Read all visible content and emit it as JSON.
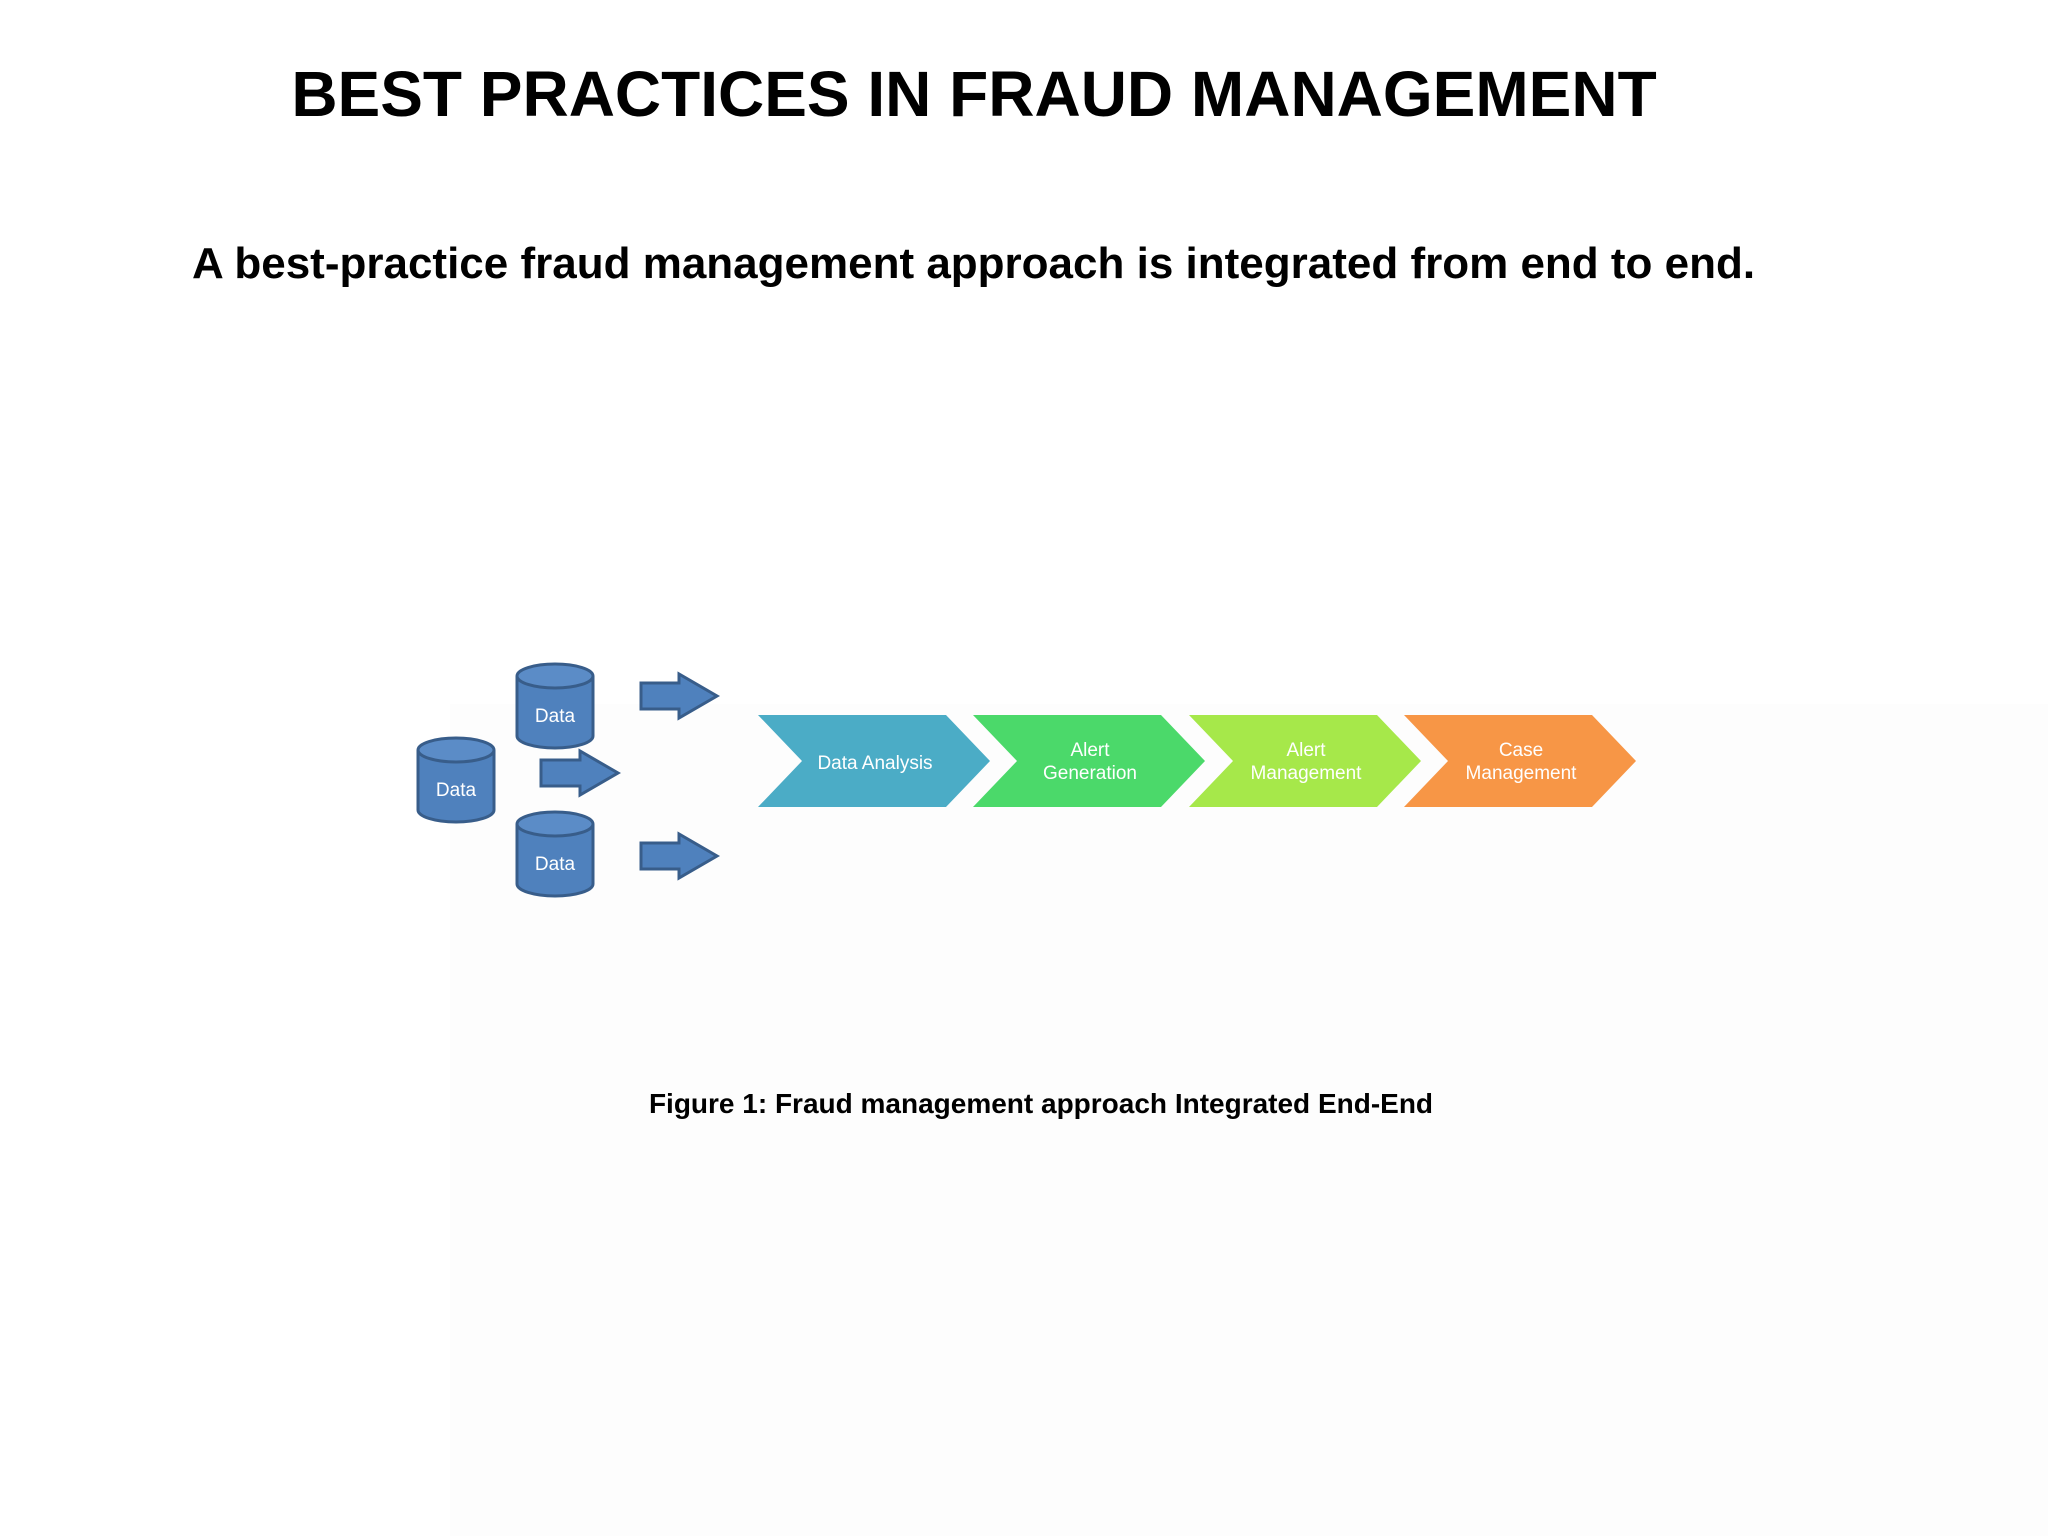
{
  "slide": {
    "title": "BEST PRACTICES IN FRAUD MANAGEMENT",
    "subtitle": "A best-practice fraud management approach is integrated from end to end."
  },
  "diagram": {
    "data_sources": [
      {
        "label": "Data"
      },
      {
        "label": "Data"
      },
      {
        "label": "Data"
      }
    ],
    "process_steps": [
      {
        "line1": "Data Analysis",
        "line2": "",
        "color": "#4bacc6"
      },
      {
        "line1": "Alert",
        "line2": "Generation",
        "color": "#4bd96a"
      },
      {
        "line1": "Alert",
        "line2": "Management",
        "color": "#a6e84a"
      },
      {
        "line1": "Case",
        "line2": "Management",
        "color": "#f79646"
      }
    ],
    "colors": {
      "database_fill": "#4f81bd",
      "database_stroke": "#385d8a",
      "arrow_fill": "#4f81bd",
      "arrow_stroke": "#385d8a"
    }
  },
  "figure": {
    "caption": "Figure 1: Fraud management approach Integrated End-End"
  }
}
